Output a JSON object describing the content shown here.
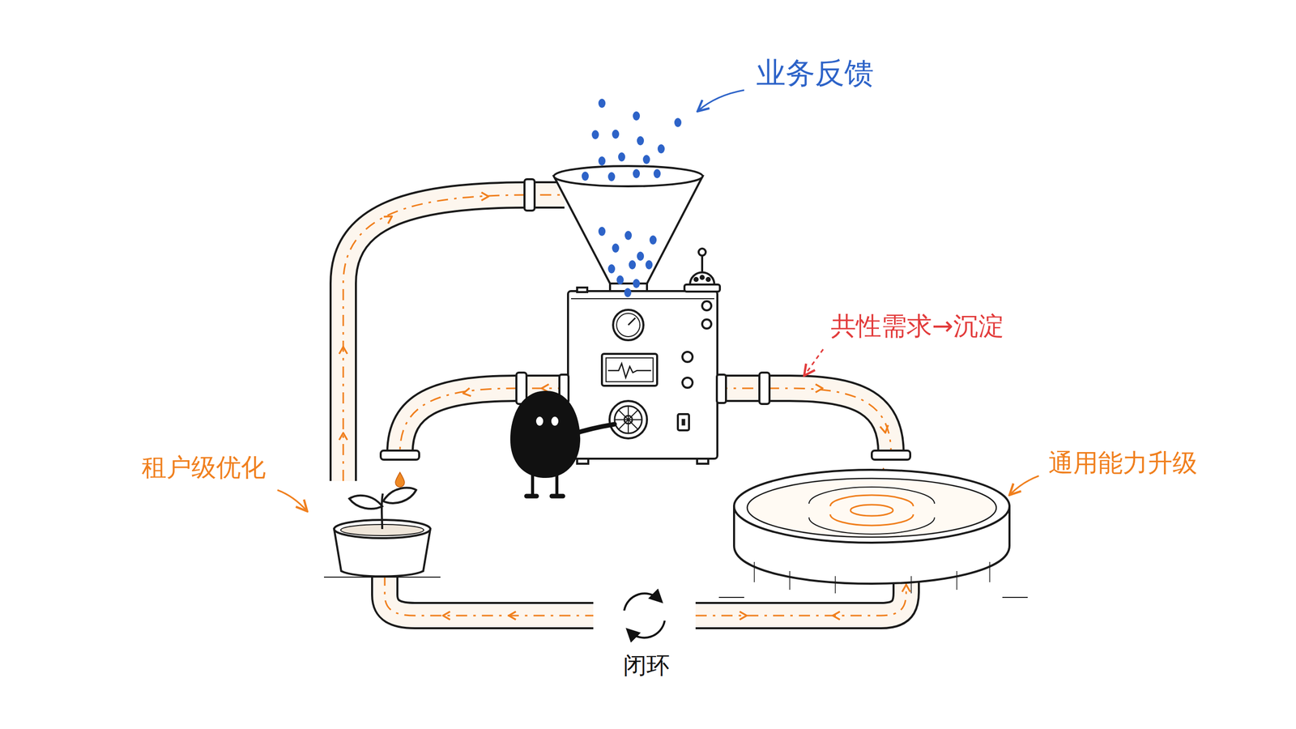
{
  "diagram": {
    "labels": [
      "业务反馈",
      "共性需求→沉淀",
      "租户级优化",
      "通用能力升级",
      "闭环"
    ]
  }
}
